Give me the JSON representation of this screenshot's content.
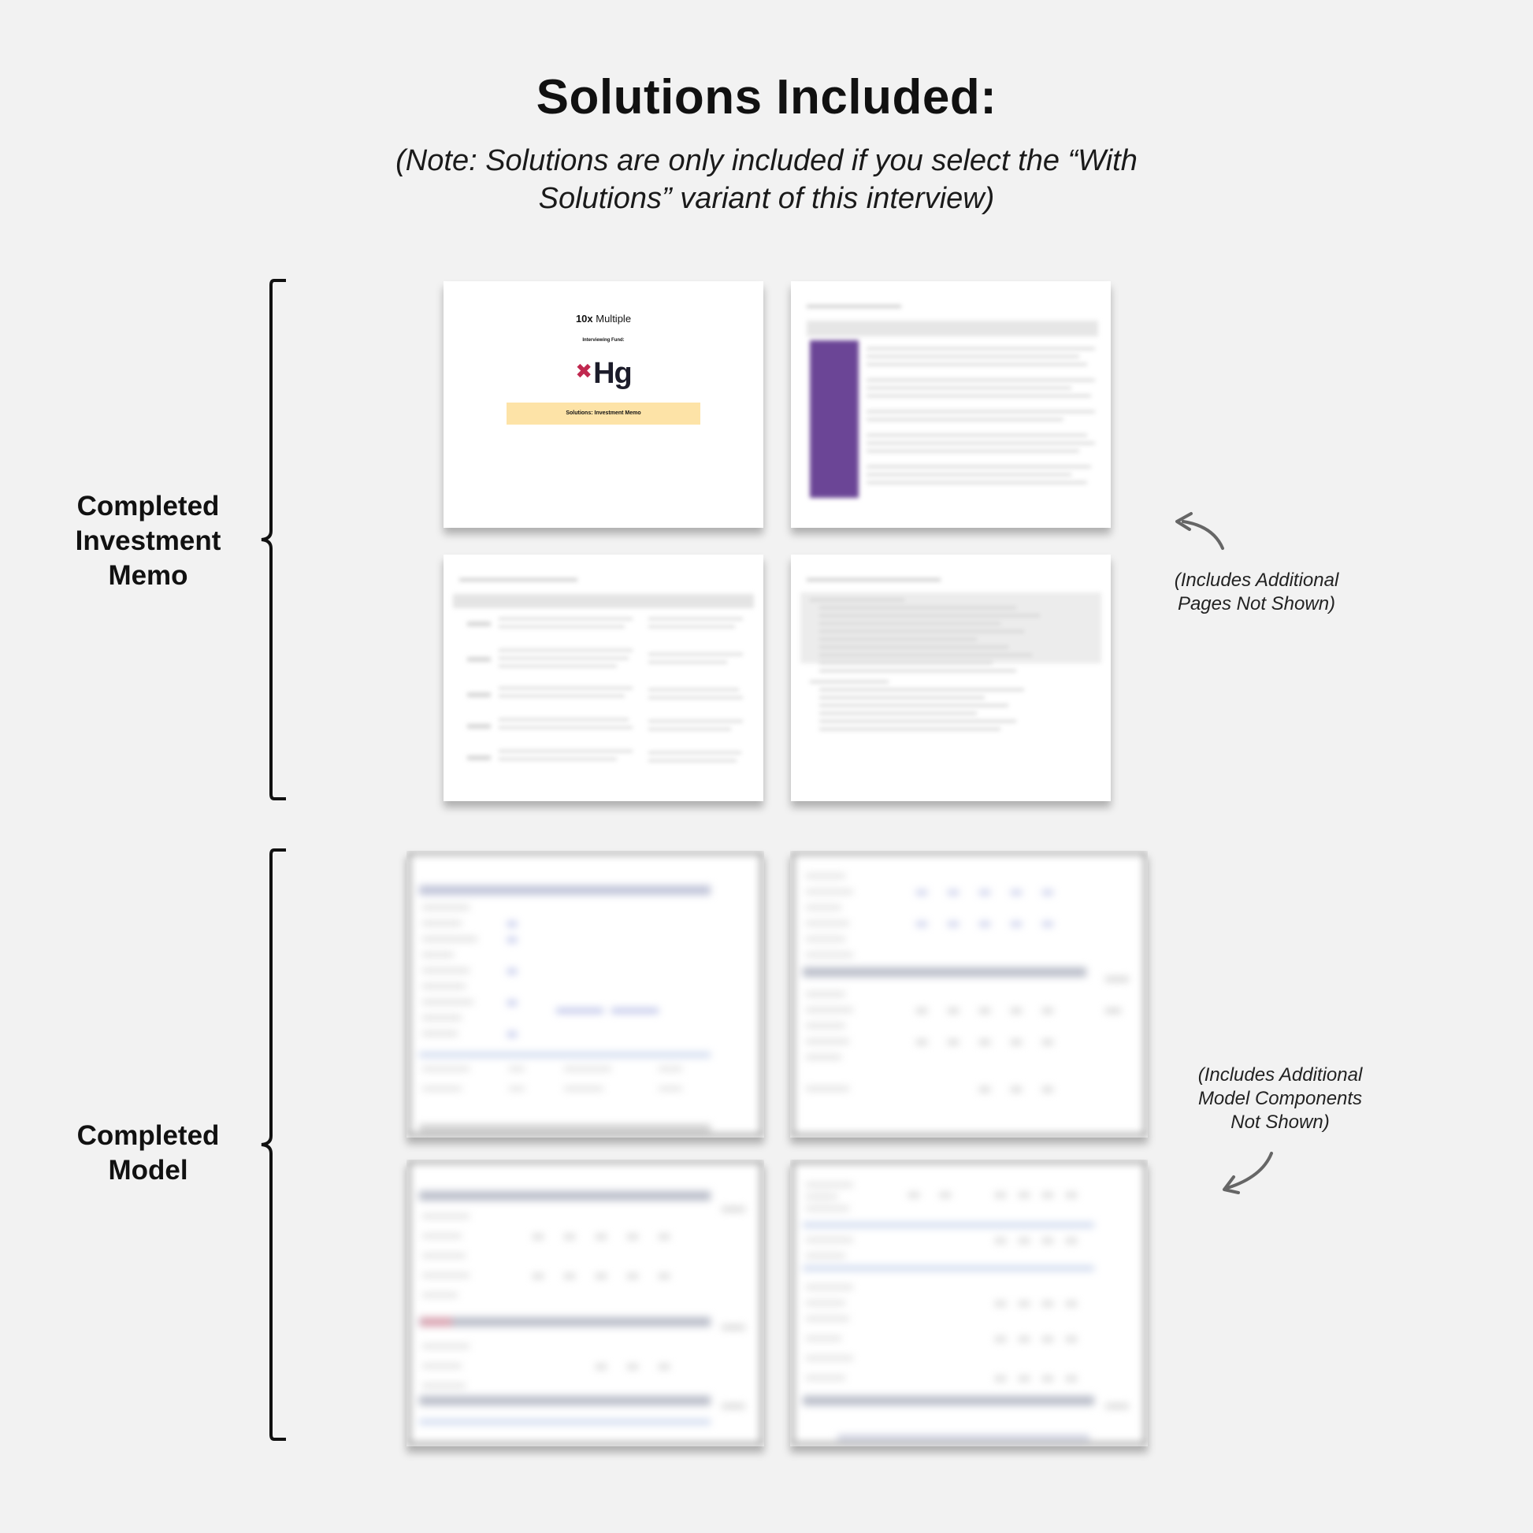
{
  "header": {
    "title": "Solutions Included:",
    "note_line1": "(Note: Solutions are only included if you select the “With",
    "note_line2": "Solutions” variant of this interview)"
  },
  "sections": {
    "memo": {
      "label_lines": [
        "Completed",
        "Investment",
        "Memo"
      ],
      "side_note_lines": [
        "(Includes Additional",
        "Pages Not Shown)"
      ]
    },
    "model": {
      "label_lines": [
        "Completed",
        "Model"
      ],
      "side_note_lines": [
        "(Includes Additional",
        "Model Components",
        "Not Shown)"
      ]
    }
  },
  "cover_page": {
    "brand_bold": "10x",
    "brand_rest": " Multiple",
    "fund_label": "Interviewing Fund:",
    "logo_text": "Hg",
    "band_label": "Solutions: Investment Memo"
  },
  "colors": {
    "background": "#f2f2f2",
    "band": "#fde3a7",
    "logo_accent": "#c0284f",
    "memo_sidebar": "#6b4596"
  }
}
